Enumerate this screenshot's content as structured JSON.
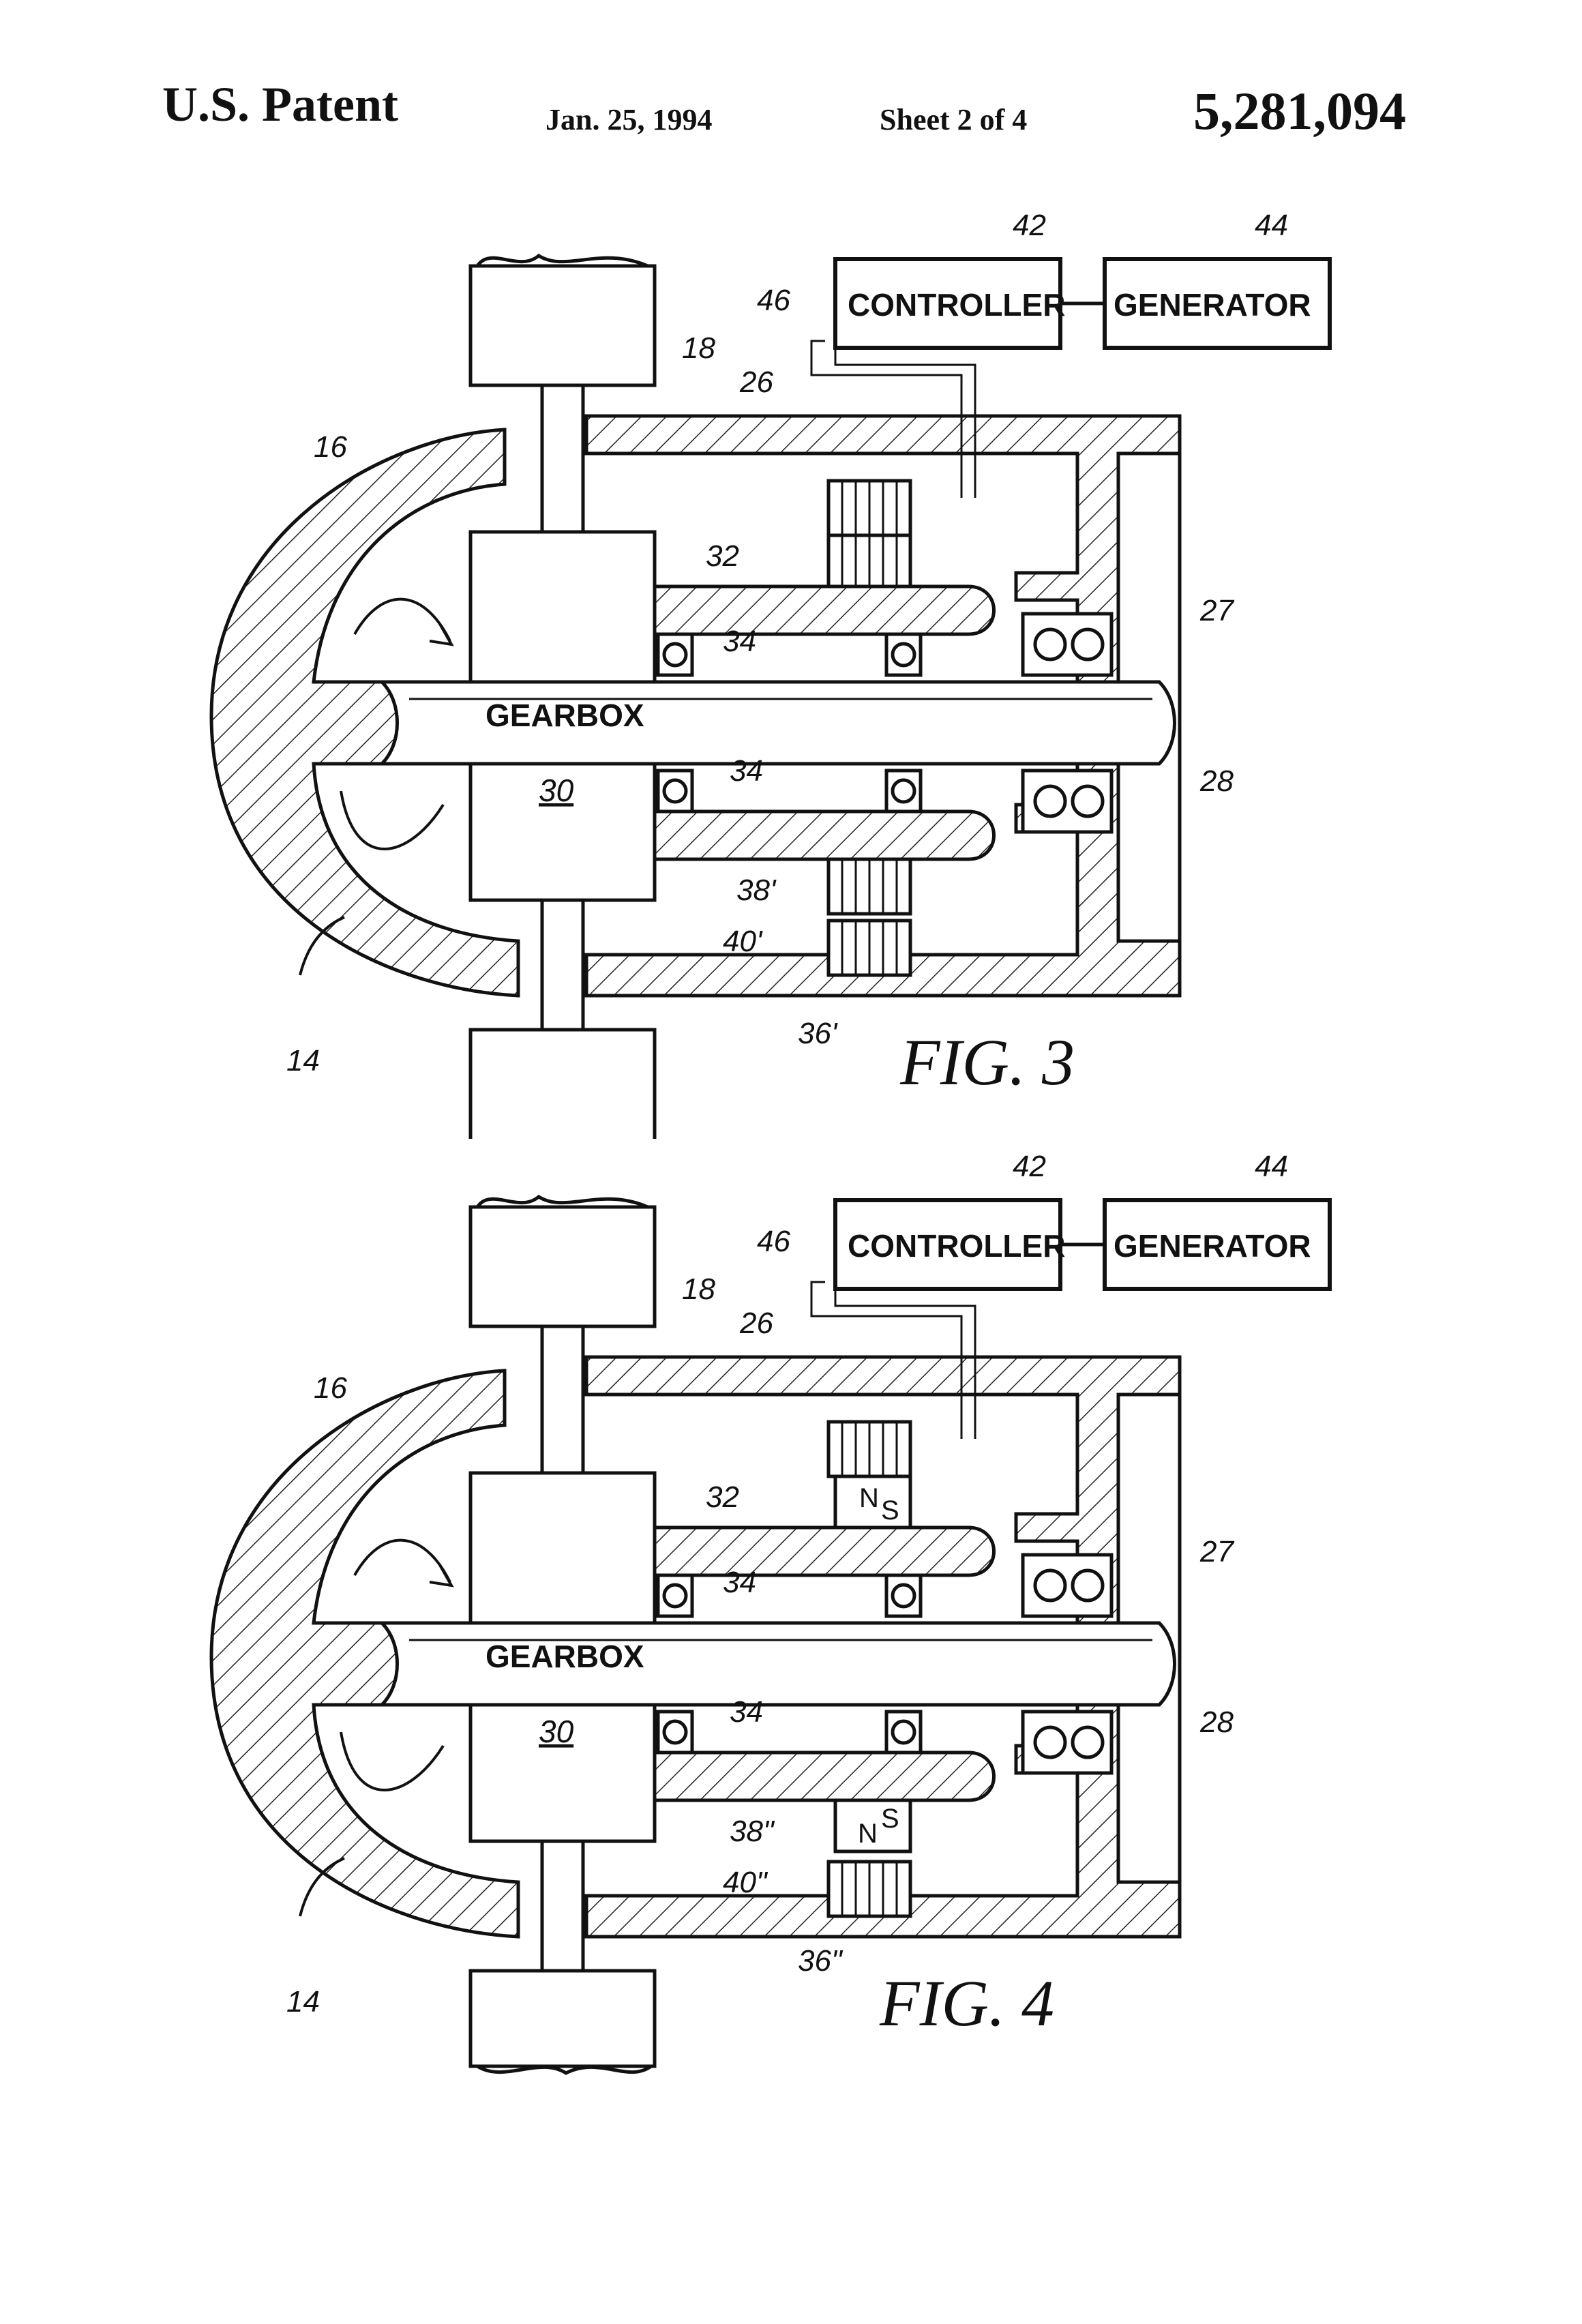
{
  "header": {
    "patent": "U.S. Patent",
    "date": "Jan. 25, 1994",
    "sheet": "Sheet 2 of 4",
    "number": "5,281,094"
  },
  "figures": [
    {
      "caption": "FIG. 3",
      "controller": "CONTROLLER",
      "generator": "GENERATOR",
      "gearbox": "GEARBOX",
      "gearbox_ref": "30",
      "refs": {
        "r42": "42",
        "r44": "44",
        "r46": "46",
        "r18": "18",
        "r26": "26",
        "r16": "16",
        "r32": "32",
        "r34a": "34",
        "r34b": "34",
        "r27": "27",
        "r28": "28",
        "r38": "38'",
        "r40": "40'",
        "r36": "36'",
        "r14": "14"
      }
    },
    {
      "caption": "FIG. 4",
      "controller": "CONTROLLER",
      "generator": "GENERATOR",
      "gearbox": "GEARBOX",
      "gearbox_ref": "30",
      "magnet_top_n": "N",
      "magnet_top_s": "S",
      "magnet_bot_n": "N",
      "magnet_bot_s": "S",
      "refs": {
        "r42": "42",
        "r44": "44",
        "r46": "46",
        "r18": "18",
        "r26": "26",
        "r16": "16",
        "r32": "32",
        "r34a": "34",
        "r34b": "34",
        "r27": "27",
        "r28": "28",
        "r38": "38\"",
        "r40": "40\"",
        "r36": "36\"",
        "r14": "14"
      }
    }
  ]
}
